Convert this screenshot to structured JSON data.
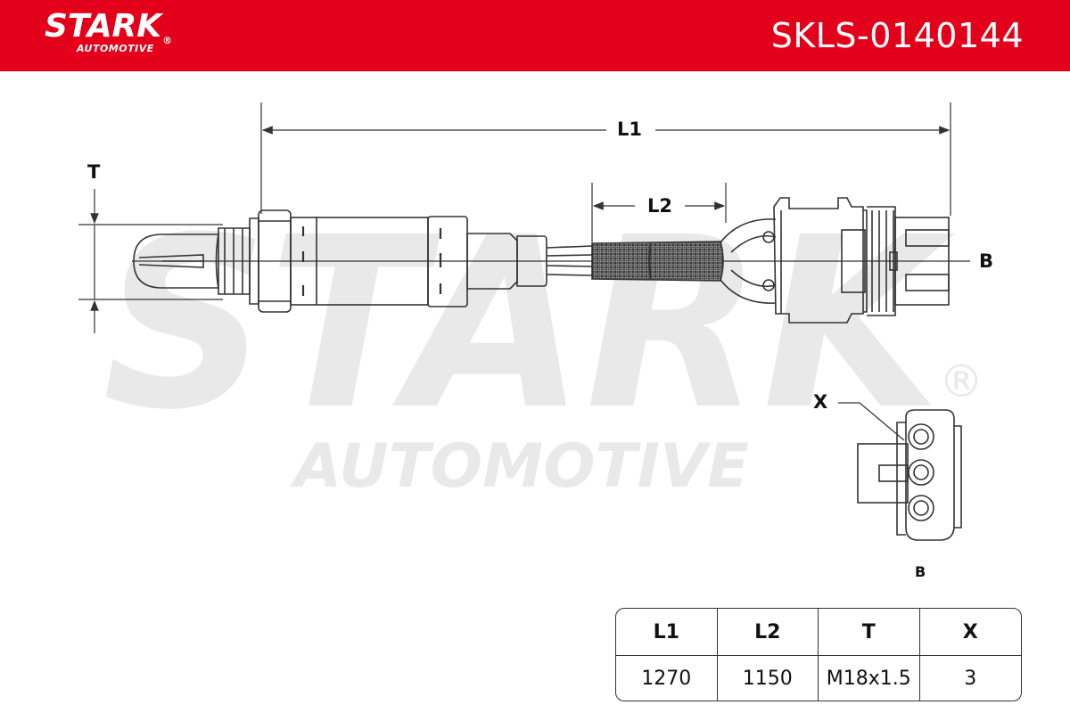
{
  "header": {
    "brand": "STARK",
    "brand_sub": "AUTOMOTIVE",
    "part_number": "SKLS-0140144",
    "background_color": "#e2001a"
  },
  "watermark": {
    "text_main": "STARK",
    "text_sub": "AUTOMOTIVE",
    "color": "#e9e9e9"
  },
  "diagram": {
    "labels": {
      "l1": "L1",
      "l2": "L2",
      "t": "T",
      "b_side": "B",
      "x": "X",
      "b_front": "B"
    }
  },
  "spec_table": {
    "headers": [
      "L1",
      "L2",
      "T",
      "X"
    ],
    "values": [
      "1270",
      "1150",
      "M18x1.5",
      "3"
    ]
  }
}
